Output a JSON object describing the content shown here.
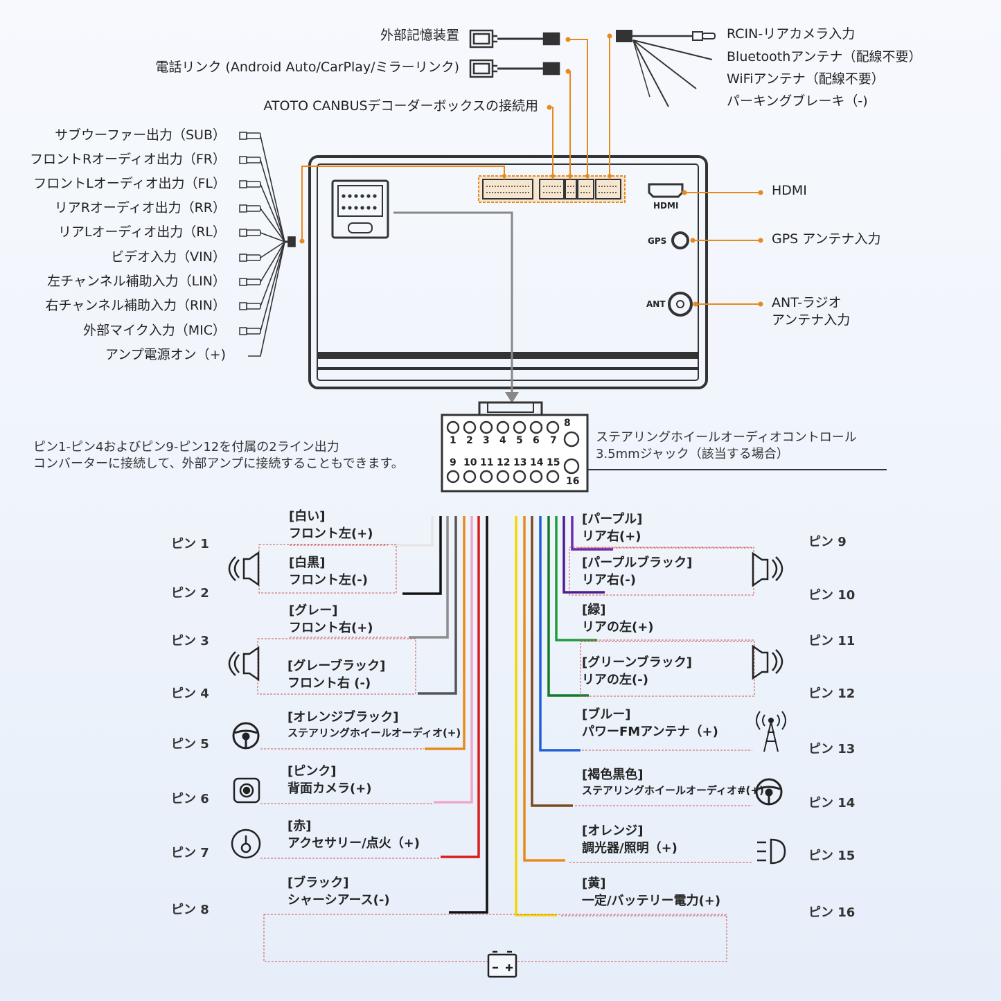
{
  "top_connectors": {
    "usb": "外部記憶装置",
    "phone_link": "電話リンク (Android Auto/CarPlay/ミラーリンク)",
    "canbus": "ATOTO CANBUSデコーダーボックスの接続用"
  },
  "harness_right": [
    "RCIN-リアカメラ入力",
    "Bluetoothアンテナ（配線不要）",
    "WiFiアンテナ（配線不要）",
    "パーキングブレーキ（-)"
  ],
  "rca_outputs": [
    "サブウーファー出力（SUB）",
    "フロントRオーディオ出力（FR）",
    "フロントLオーディオ出力（FL）",
    "リアRオーディオ出力（RR）",
    "リアLオーディオ出力（RL）",
    "ビデオ入力（VIN）",
    "左チャンネル補助入力（LIN）",
    "右チャンネル補助入力（RIN）",
    "外部マイク入力（MIC）",
    "アンプ電源オン（+)"
  ],
  "unit_ports": {
    "hdmi_tag": "HDMI",
    "gps_tag": "GPS",
    "ant_tag": "ANT",
    "hdmi": "HDMI",
    "gps": "GPS アンテナ入力",
    "ant_line1": "ANT-ラジオ",
    "ant_line2": "アンテナ入力"
  },
  "connector_note": [
    "ピン1-ピン4およびピン9-ピン12を付属の2ライン出力",
    "コンバーターに接続して、外部アンプに接続することもできます。"
  ],
  "steering_note": [
    "ステアリングホイールオーディオコントロール",
    "3.5mmジャック（該当する場合）"
  ],
  "connector_pins_top": [
    "1",
    "2",
    "3",
    "4",
    "5",
    "6",
    "7",
    "8"
  ],
  "connector_pins_bottom": [
    "9",
    "10",
    "11",
    "12",
    "14",
    "15",
    "16"
  ],
  "pins_left": [
    {
      "pin": "ピン 1",
      "color": "[白い]",
      "func": "フロント左(+)",
      "hex": "#e6e6e6"
    },
    {
      "pin": "ピン 2",
      "color": "[白黒]",
      "func": "フロント左(-)",
      "hex": "#111111"
    },
    {
      "pin": "ピン 3",
      "color": "[グレー]",
      "func": "フロント右(+)",
      "hex": "#8c8c8c"
    },
    {
      "pin": "ピン 4",
      "color": "[グレーブラック]",
      "func": "フロント右 (-)",
      "hex": "#555555"
    },
    {
      "pin": "ピン 5",
      "color": "[オレンジブラック]",
      "func": "ステアリングホイールオーディオ(+)",
      "hex": "#e8891c"
    },
    {
      "pin": "ピン 6",
      "color": "[ピンク]",
      "func": "背面カメラ(+)",
      "hex": "#f0a6c8"
    },
    {
      "pin": "ピン 7",
      "color": "[赤]",
      "func": "アクセサリー/点火（+)",
      "hex": "#d91c1c"
    },
    {
      "pin": "ピン 8",
      "color": "[ブラック]",
      "func": "シャーシアース(-)",
      "hex": "#111111"
    }
  ],
  "pins_right": [
    {
      "pin": "ピン 9",
      "color": "[パープル]",
      "func": "リア右(+)",
      "hex": "#6a2bb5"
    },
    {
      "pin": "ピン 10",
      "color": "[パープルブラック]",
      "func": "リア右(-)",
      "hex": "#4b1e8f"
    },
    {
      "pin": "ピン 11",
      "color": "[緑]",
      "func": "リアの左(+)",
      "hex": "#1f9d3a"
    },
    {
      "pin": "ピン 12",
      "color": "[グリーンブラック]",
      "func": "リアの左(-)",
      "hex": "#137a2a"
    },
    {
      "pin": "ピン 13",
      "color": "[ブルー]",
      "func": "パワーFMアンテナ（+)",
      "hex": "#1f5fd6"
    },
    {
      "pin": "ピン 14",
      "color": "[褐色黒色]",
      "func": "ステアリングホイールオーディオ#(+)",
      "hex": "#7a4a1e"
    },
    {
      "pin": "ピン 15",
      "color": "[オレンジ]",
      "func": "調光器/照明（+)",
      "hex": "#e8891c"
    },
    {
      "pin": "ピン 16",
      "color": "[黄]",
      "func": "一定/バッテリー電力(+)",
      "hex": "#f2d600"
    }
  ],
  "accent_color": "#e8891c"
}
